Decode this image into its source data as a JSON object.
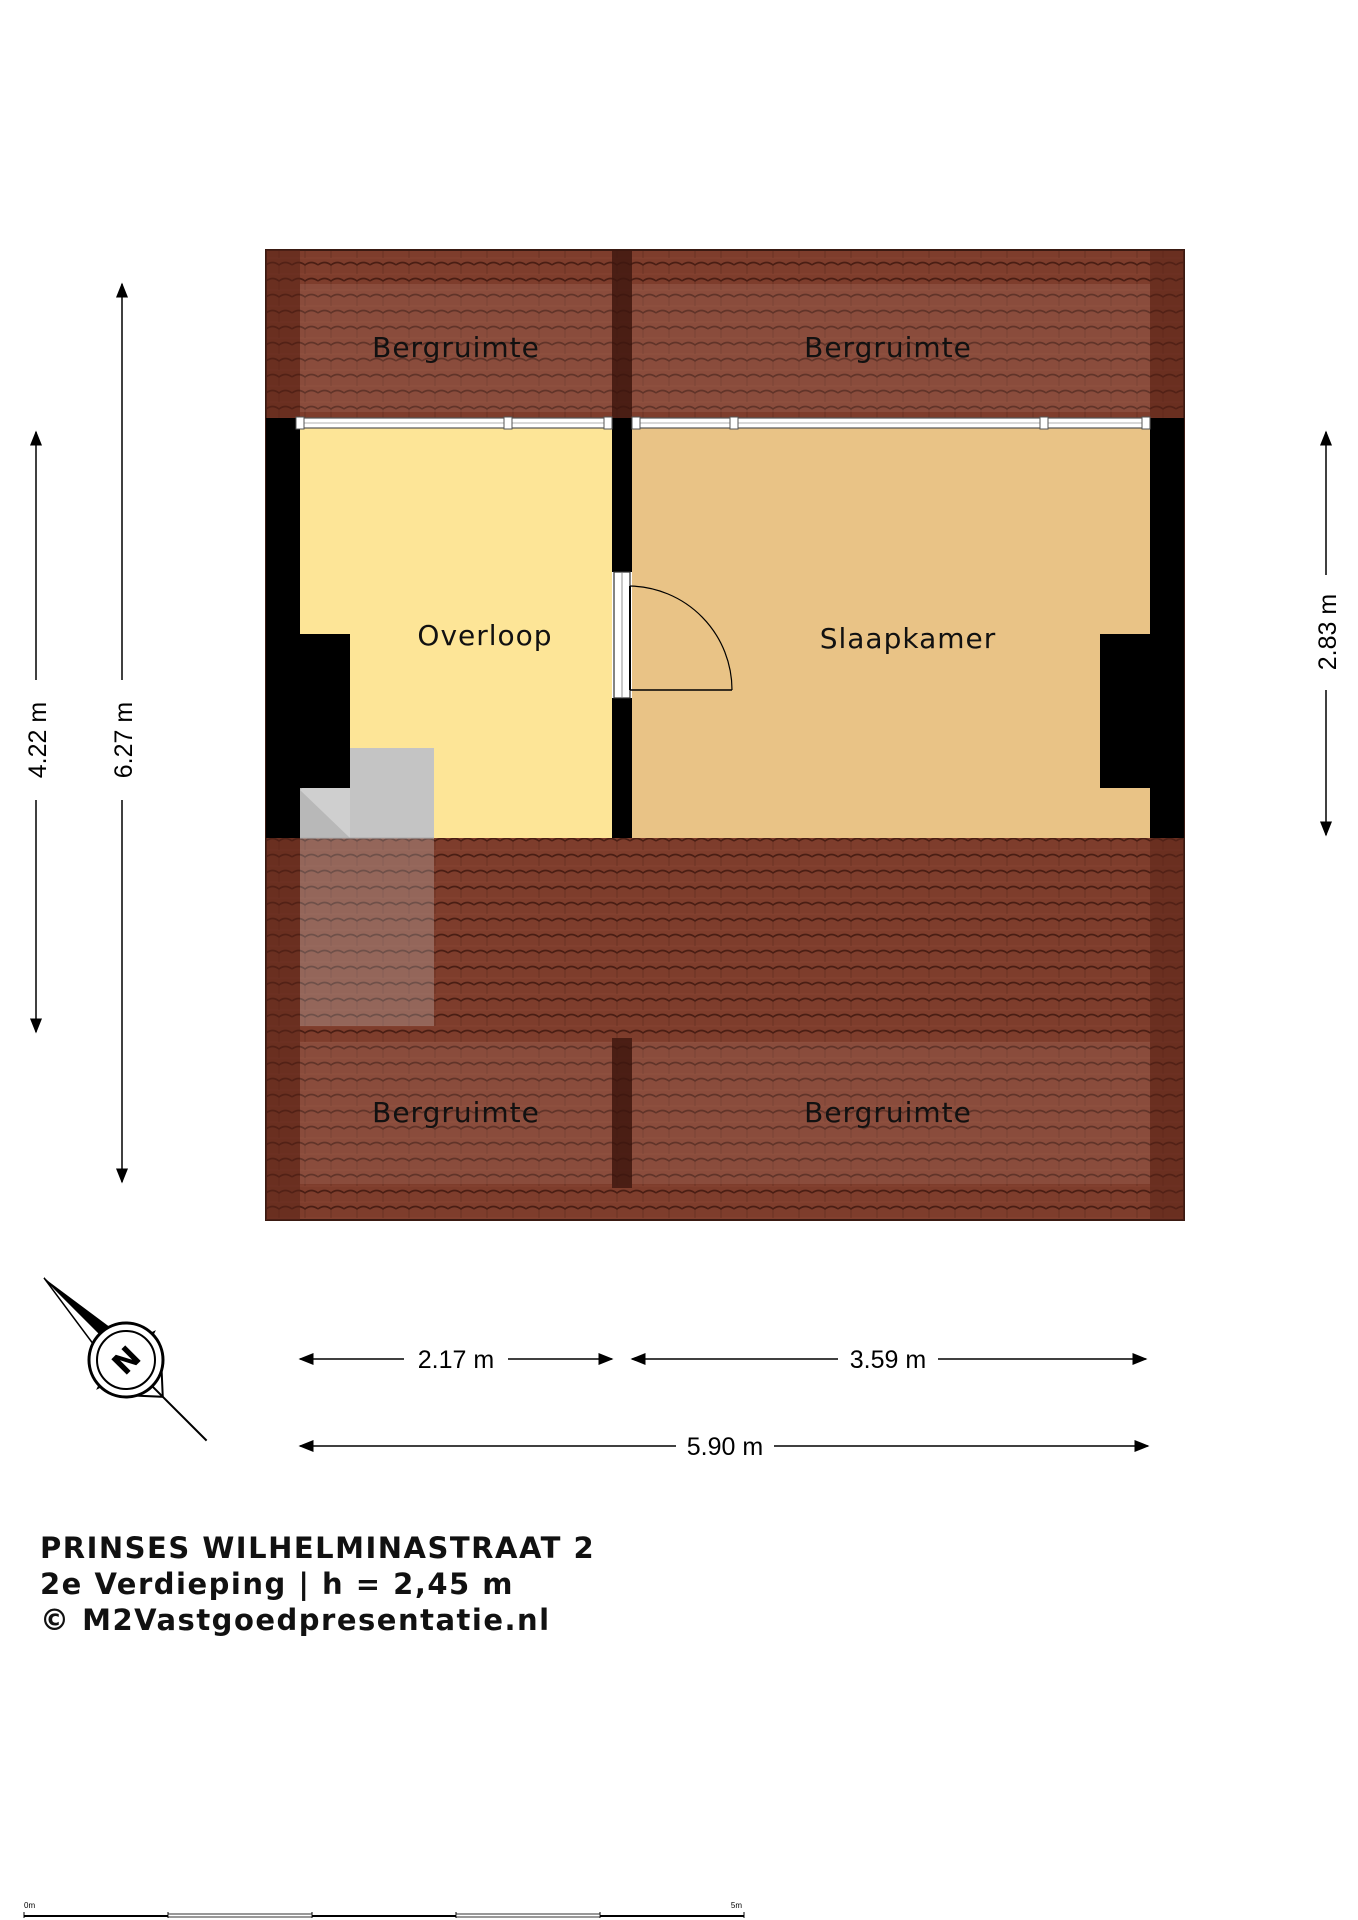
{
  "rooms": {
    "storage_top_left": "Bergruimte",
    "storage_top_right": "Bergruimte",
    "landing": "Overloop",
    "bedroom": "Slaapkamer",
    "storage_bottom_left": "Bergruimte",
    "storage_bottom_right": "Bergruimte"
  },
  "dimensions": {
    "left_inner_height": "4.22 m",
    "left_outer_height": "6.27 m",
    "right_height": "2.83 m",
    "width_left_room": "2.17 m",
    "width_right_room": "3.59 m",
    "width_total": "5.90 m"
  },
  "compass": {
    "label": "N",
    "icon": "compass-north-icon"
  },
  "caption": {
    "address": "PRINSES WILHELMINASTRAAT 2",
    "floor": "2e Verdieping | h = 2,45 m",
    "copyright": "© M2Vastgoedpresentatie.nl"
  },
  "scale_bar": {
    "start": "0m",
    "end": "5m"
  },
  "colors": {
    "roof_tile": "#7e3d2c",
    "roof_tile_dark": "#5e2a1e",
    "landing_floor": "#fde597",
    "bedroom_floor": "#e9c386",
    "wall": "#000000",
    "stair": "#b5b5b5"
  }
}
